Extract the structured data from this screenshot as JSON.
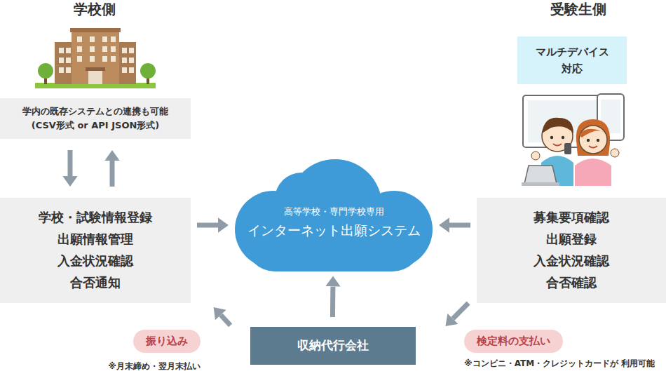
{
  "diagram": {
    "nodes": [
      {
        "text": [
          "学内の既存システムとの連携も可能 (CSV形式 or API JSON形式)"
        ]
      },
      {
        "text": [
          "マルチデバイス 対応"
        ]
      },
      {
        "text": [
          "学校・試験情報登録",
          "出願情報管理",
          "入金状況確認",
          "合否通知"
        ]
      },
      {
        "text": [
          "高等学校・専門学校専用",
          "インターネット出願システム"
        ]
      },
      {
        "text": [
          "募集要項確認",
          "出願登録",
          "入金状況確認",
          "合否確認"
        ]
      },
      {
        "text": [
          "収納代行会社"
        ]
      }
    ],
    "edges": [
      {
        "from": 0,
        "to": 2,
        "arrow": "to"
      },
      {
        "from": 2,
        "to": 0,
        "arrow": "to"
      },
      {
        "from": 2,
        "to": 3,
        "arrow": "to"
      },
      {
        "from": 4,
        "to": 3,
        "arrow": "to"
      },
      {
        "from": 5,
        "to": 3,
        "arrow": "to"
      },
      {
        "from": 5,
        "to": 2,
        "label": "振り込み",
        "arrow": "to"
      },
      {
        "from": 4,
        "to": 5,
        "label": "検定料の支払い",
        "arrow": "to"
      }
    ],
    "labels": [
      "学校側",
      "受験生側",
      "※月末締め・翌月末払い",
      "※コンビニ・ATM・クレジットカードが 利用可能"
    ]
  }
}
